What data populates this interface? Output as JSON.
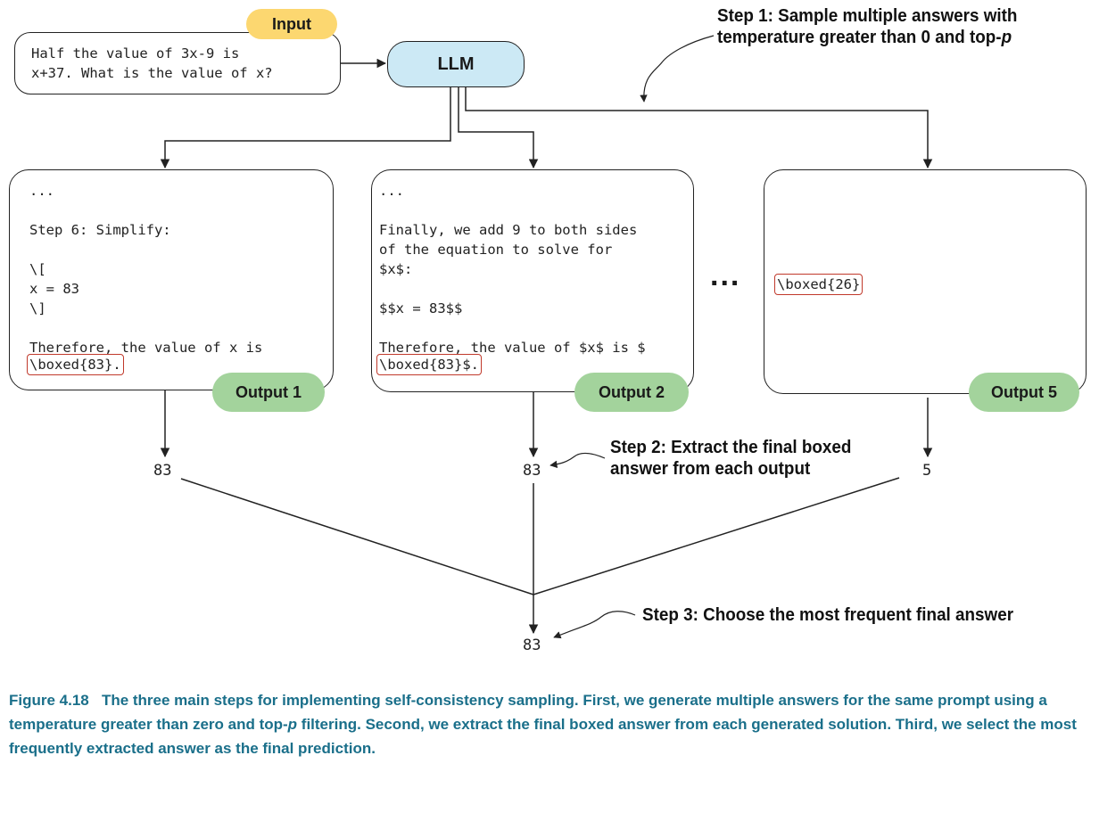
{
  "input": {
    "tag": "Input",
    "text": "Half the value of 3x-9 is\nx+37. What is the value of x?"
  },
  "llm": {
    "label": "LLM"
  },
  "steps": {
    "step1_line1": "Step 1: Sample multiple answers with",
    "step1_line2_prefix": "temperature greater than 0 and top-",
    "step1_line2_italic": "p",
    "step2_line1": "Step 2: Extract the final boxed",
    "step2_line2": "answer from each output",
    "step3": "Step 3: Choose the most frequent final answer"
  },
  "outputs": [
    {
      "label": "Output 1",
      "text": "...\n\nStep 6: Simplify:\n\n\\[\nx = 83\n\\]\n\nTherefore, the value of x is",
      "boxed": "\\boxed{83}.",
      "answer": "83"
    },
    {
      "label": "Output 2",
      "text": "...\n\nFinally, we add 9 to both sides\nof the equation to solve for\n$x$:\n\n$$x = 83$$\n\nTherefore, the value of $x$ is $",
      "boxed": "\\boxed{83}$.",
      "answer": "83"
    },
    {
      "label": "Output 5",
      "text": "",
      "boxed": "\\boxed{26}",
      "answer": "5"
    }
  ],
  "ellipsis": "...",
  "final_answer": "83",
  "caption": {
    "figure": "Figure 4.18",
    "text_1": "The three main steps for implementing self-consistency sampling. First, we generate multiple answers for the same prompt using a temperature greater than zero and top-",
    "text_italic": "p",
    "text_2": " filtering. Second, we extract the final boxed answer from each generated solution. Third, we select the most frequently extracted answer as the final prediction."
  },
  "colors": {
    "input_tag": "#fcd770",
    "llm_fill": "#cce9f5",
    "output_tag": "#a3d39c",
    "highlight": "#c0392b",
    "caption": "#1a6f8a"
  }
}
